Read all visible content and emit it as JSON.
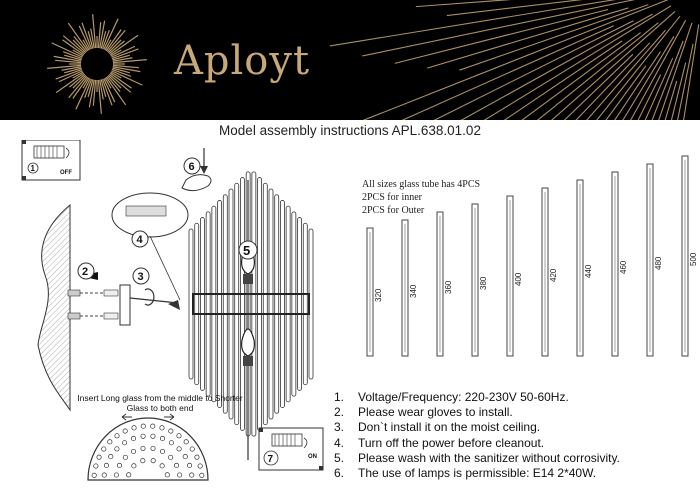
{
  "header": {
    "brand": "Aployt",
    "colors": {
      "background": "#000000",
      "gold": "#c9a877"
    }
  },
  "title": "Model assembly instructions APL.638.01.02",
  "notes": [
    "All sizes glass tube has 4PCS",
    "2PCS  for inner",
    "2PCS for Outer"
  ],
  "tube_lengths": [
    "320",
    "340",
    "360",
    "380",
    "400",
    "420",
    "440",
    "460",
    "480",
    "500"
  ],
  "steps": {
    "s1": "1",
    "s1_label": "OFF",
    "s2": "2",
    "s3": "3",
    "s4": "4",
    "s5": "5",
    "s6": "6",
    "s7": "7",
    "s7_label": "ON"
  },
  "glass_note": "Insert Long glass from the middle to Shorter Glass to both end",
  "instructions": [
    {
      "num": "1.",
      "text": "Voltage/Frequency: 220-230V 50-60Hz."
    },
    {
      "num": "2.",
      "text": "Please wear gloves to install."
    },
    {
      "num": "3.",
      "text": "Don`t install it on the moist ceiling."
    },
    {
      "num": "4.",
      "text": "Turn off the power before cleanout."
    },
    {
      "num": "5.",
      "text": "Please wash with the sanitizer without corrosivity."
    },
    {
      "num": "6.",
      "text": "The use of lamps is permissible: E14 2*40W."
    }
  ]
}
